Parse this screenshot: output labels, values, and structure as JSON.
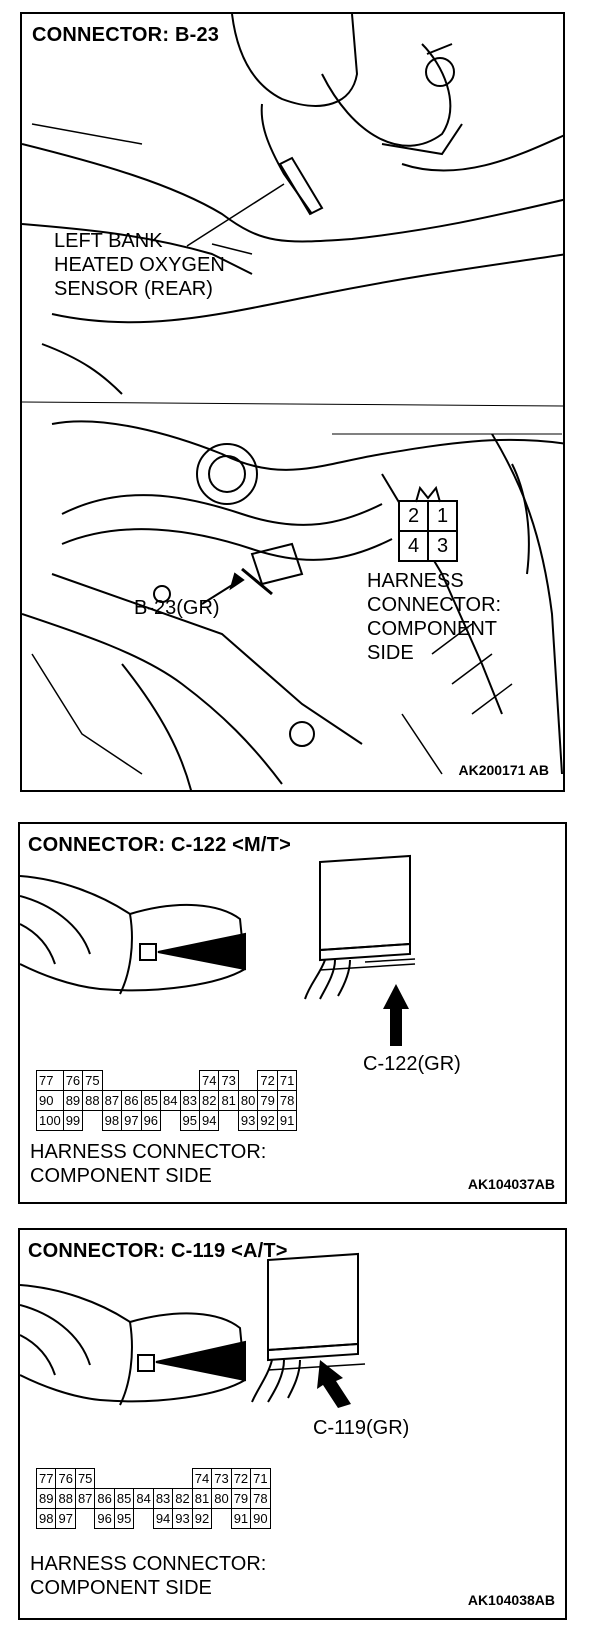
{
  "panel1": {
    "title": "CONNECTOR: B-23",
    "sensor_label": [
      "LEFT BANK",
      "HEATED OXYGEN",
      "SENSOR (REAR)"
    ],
    "pins": [
      "2",
      "1",
      "4",
      "3"
    ],
    "connector_callout": "B-23(GR)",
    "harness_label": [
      "HARNESS",
      "CONNECTOR:",
      "COMPONENT",
      "SIDE"
    ],
    "code": "AK200171 AB"
  },
  "panel2": {
    "title": "CONNECTOR: C-122 <M/T>",
    "connector_callout": "C-122(GR)",
    "rows": [
      [
        "77",
        "76",
        "75",
        "",
        "",
        "",
        "",
        "",
        "74",
        "73",
        "",
        "72",
        "71"
      ],
      [
        "90",
        "89",
        "88",
        "87",
        "86",
        "85",
        "84",
        "83",
        "82",
        "81",
        "80",
        "79",
        "78"
      ],
      [
        "100",
        "99",
        "",
        "98",
        "97",
        "96",
        "",
        "95",
        "94",
        "",
        "93",
        "92",
        "91"
      ]
    ],
    "harness_label": [
      "HARNESS CONNECTOR:",
      "COMPONENT SIDE"
    ],
    "code": "AK104037AB"
  },
  "panel3": {
    "title": "CONNECTOR: C-119 <A/T>",
    "connector_callout": "C-119(GR)",
    "rows": [
      [
        "77",
        "76",
        "75",
        "",
        "",
        "",
        "",
        "",
        "74",
        "73",
        "72",
        "71"
      ],
      [
        "89",
        "88",
        "87",
        "86",
        "85",
        "84",
        "83",
        "82",
        "81",
        "80",
        "79",
        "78"
      ],
      [
        "98",
        "97",
        "",
        "96",
        "95",
        "",
        "94",
        "93",
        "92",
        "",
        "91",
        "90"
      ]
    ],
    "harness_label": [
      "HARNESS CONNECTOR:",
      "COMPONENT SIDE"
    ],
    "code": "AK104038AB"
  }
}
